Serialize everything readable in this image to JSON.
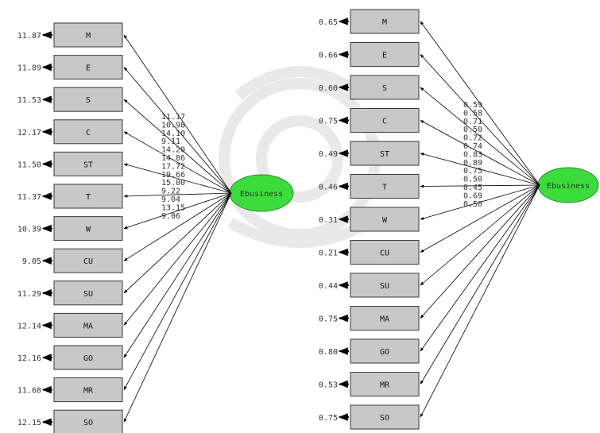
{
  "left_model": {
    "latent_label": "Ebusiness",
    "indicators": [
      {
        "label": "M",
        "error_variance": "11.87",
        "coefficient": "11.17"
      },
      {
        "label": "E",
        "error_variance": "11.89",
        "coefficient": "10.98"
      },
      {
        "label": "S",
        "error_variance": "11.53",
        "coefficient": "14.10"
      },
      {
        "label": "C",
        "error_variance": "12.17",
        "coefficient": "9.11"
      },
      {
        "label": "ST",
        "error_variance": "11.50",
        "coefficient": "14.20"
      },
      {
        "label": "T",
        "error_variance": "11.37",
        "coefficient": "14.86"
      },
      {
        "label": "W",
        "error_variance": "10.39",
        "coefficient": "17.72"
      },
      {
        "label": "CU",
        "error_variance": "9.05",
        "coefficient": "19.66"
      },
      {
        "label": "SU",
        "error_variance": "11.29",
        "coefficient": "15.00"
      },
      {
        "label": "MA",
        "error_variance": "12.14",
        "coefficient": "9.22"
      },
      {
        "label": "GO",
        "error_variance": "12.16",
        "coefficient": "9.04"
      },
      {
        "label": "MR",
        "error_variance": "11.68",
        "coefficient": "13.15"
      },
      {
        "label": "SO",
        "error_variance": "12.15",
        "coefficient": "9.06"
      }
    ]
  },
  "right_model": {
    "latent_label": "Ebusiness",
    "indicators": [
      {
        "label": "M",
        "error_variance": "0.65",
        "coefficient": "0.59"
      },
      {
        "label": "E",
        "error_variance": "0.66",
        "coefficient": "0.58"
      },
      {
        "label": "S",
        "error_variance": "0.60",
        "coefficient": "0.71"
      },
      {
        "label": "C",
        "error_variance": "0.75",
        "coefficient": "0.50"
      },
      {
        "label": "ST",
        "error_variance": "0.49",
        "coefficient": "0.72"
      },
      {
        "label": "T",
        "error_variance": "0.46",
        "coefficient": "0.74"
      },
      {
        "label": "W",
        "error_variance": "0.31",
        "coefficient": "0.83"
      },
      {
        "label": "CU",
        "error_variance": "0.21",
        "coefficient": "0.89"
      },
      {
        "label": "SU",
        "error_variance": "0.44",
        "coefficient": "0.75"
      },
      {
        "label": "MA",
        "error_variance": "0.75",
        "coefficient": "0.50"
      },
      {
        "label": "GO",
        "error_variance": "0.80",
        "coefficient": "0.45"
      },
      {
        "label": "MR",
        "error_variance": "0.53",
        "coefficient": "0.69"
      },
      {
        "label": "SO",
        "error_variance": "0.75",
        "coefficient": "0.50"
      }
    ]
  },
  "colors": {
    "background": "#ffffff",
    "box_fill": "#c8c8c8",
    "box_stroke": "#3a3a3a",
    "arrow": "#000000",
    "latent_fill": "#3ddc3d",
    "latent_stroke": "#2e8b2e",
    "text": "#333333",
    "watermark": "#e2e2e2"
  }
}
